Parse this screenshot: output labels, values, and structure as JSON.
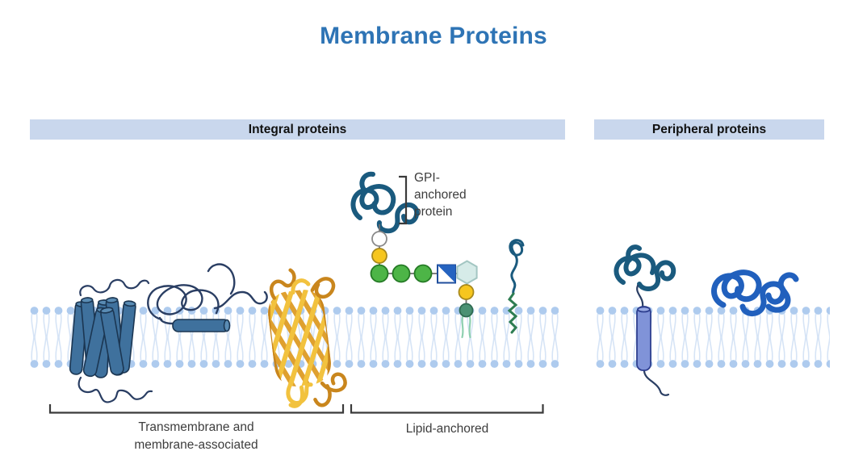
{
  "title": "Membrane Proteins",
  "headers": {
    "integral": "Integral proteins",
    "peripheral": "Peripheral proteins"
  },
  "labels": {
    "gpi": "GPI-anchored protein",
    "group_left": "Transmembrane and membrane-associated",
    "group_right": "Lipid-anchored"
  },
  "icons": [
    "lipid-bilayer",
    "alpha-helix-bundle-protein",
    "membrane-associated-protein",
    "beta-barrel-protein",
    "gpi-anchored-protein",
    "glycan-chain",
    "lipid-anchored-chain",
    "peripheral-protein-on-cylinder",
    "peripheral-protein-surface"
  ],
  "colors": {
    "title": "#2e74b5",
    "header_bg": "#c9d7ed",
    "header_text": "#101010",
    "label_text": "#3d3d3d",
    "membrane_head": "#aecbee",
    "membrane_tail": "#d6e4f6",
    "steel_blue_fill": "#3f719d",
    "steel_blue_cap": "#5a8cb4",
    "steel_blue_stroke": "#1b3652",
    "navy_squiggle": "#2a3e63",
    "teal_protein": "#1a5a7e",
    "royal_blue_protein": "#2160bd",
    "periwinkle_fill": "#8093d8",
    "periwinkle_cap": "#9aabe4",
    "periwinkle_stroke": "#2e3f8f",
    "barrel_yellow": "#f2c23e",
    "barrel_gold": "#dfa02f",
    "barrel_dark": "#c9861d",
    "glycan_green_fill": "#4db547",
    "glycan_green_stroke": "#257a25",
    "glycan_yellow_fill": "#f6c61e",
    "glycan_yellow_stroke": "#a8891d",
    "glycan_white_fill": "#ffffff",
    "glycan_white_stroke": "#8a8a8a",
    "glycan_blue_square": "#2563c0",
    "glycan_blue_square_stroke": "#1f4e9c",
    "glycan_hex_fill": "#d6ebe8",
    "glycan_hex_stroke": "#a3c6c2",
    "gpi_anchor_green_fill": "#4a9173",
    "gpi_anchor_green_stroke": "#2f6b52",
    "gpi_anchor_tail": "#8fd0b0",
    "lipid_line_green": "#2e7d52",
    "bracket": "#3a3a3a",
    "connector": "#6f6f6f"
  }
}
